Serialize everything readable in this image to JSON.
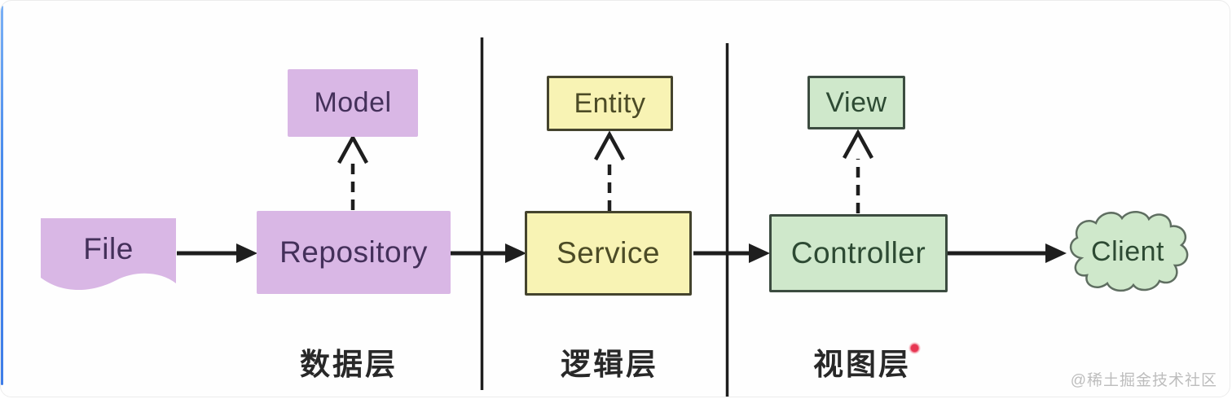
{
  "layers": [
    {
      "label": "数据层"
    },
    {
      "label": "逻辑层"
    },
    {
      "label": "视图层",
      "marker": "red-dot"
    }
  ],
  "nodes": {
    "file": {
      "label": "File",
      "shape": "document"
    },
    "repository": {
      "label": "Repository",
      "shape": "rect"
    },
    "model": {
      "label": "Model",
      "shape": "rect"
    },
    "service": {
      "label": "Service",
      "shape": "rect"
    },
    "entity": {
      "label": "Entity",
      "shape": "rect"
    },
    "controller": {
      "label": "Controller",
      "shape": "rect"
    },
    "view": {
      "label": "View",
      "shape": "rect"
    },
    "client": {
      "label": "Client",
      "shape": "cloud"
    }
  },
  "edges": [
    {
      "from": "File",
      "to": "Repository",
      "style": "solid-arrow"
    },
    {
      "from": "Repository",
      "to": "Model",
      "style": "dashed-open-arrow"
    },
    {
      "from": "Repository",
      "to": "Service",
      "style": "solid-arrow"
    },
    {
      "from": "Service",
      "to": "Entity",
      "style": "dashed-open-arrow"
    },
    {
      "from": "Service",
      "to": "Controller",
      "style": "solid-arrow"
    },
    {
      "from": "Controller",
      "to": "View",
      "style": "dashed-open-arrow"
    },
    {
      "from": "Controller",
      "to": "Client",
      "style": "solid-arrow"
    }
  ],
  "watermark": {
    "text": "@稀土掘金技术社区"
  },
  "colors": {
    "purple-fill": "#d9b7e5",
    "purple-text": "#44305a",
    "yellow-fill": "#f8f3b4",
    "yellow-border": "#45442e",
    "yellow-text": "#4c4b26",
    "green-fill": "#cfe8cb",
    "green-border": "#3c4c40",
    "green-text": "#2d4a33",
    "cloud-border": "#5f6e61",
    "line": "#1e1e1e",
    "label": "#282828",
    "red-dot": "#e73652",
    "watermark": "#bdbdbd",
    "edge-blue": "#4a8ced"
  }
}
